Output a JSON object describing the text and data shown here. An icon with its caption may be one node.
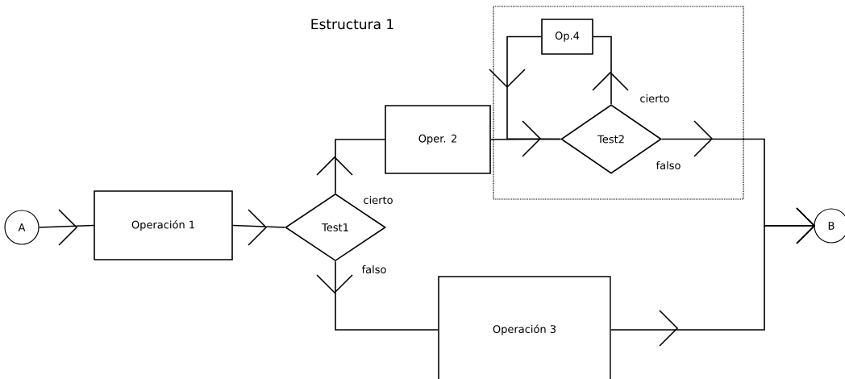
{
  "diagram": {
    "title": "Estructura 1",
    "nodes": [
      {
        "text": [
          "A"
        ]
      },
      {
        "text": [
          "Operación 1"
        ]
      },
      {
        "text": [
          "Test1"
        ]
      },
      {
        "text": [
          "Oper. 2"
        ]
      },
      {
        "text": [],
        "shape": "box"
      },
      {
        "text": [
          "Op.4"
        ],
        "in": 4
      },
      {
        "text": [
          "Test2"
        ],
        "in": 4
      },
      {
        "text": [
          "Operación 3"
        ]
      },
      {
        "text": [
          "B"
        ]
      }
    ],
    "edges": [
      {
        "from": 0,
        "to": 1,
        "arrow": "to"
      },
      {
        "from": 1,
        "to": 2,
        "arrow": "to"
      },
      {
        "from": 2,
        "to": 3,
        "arrow": "to",
        "label": "cierto"
      },
      {
        "from": 2,
        "to": 7,
        "arrow": "to",
        "label": "falso"
      },
      {
        "from": 3,
        "to": 6,
        "arrow": "to"
      },
      {
        "from": 6,
        "to": 5,
        "arrow": "to",
        "label": "cierto"
      },
      {
        "from": 5,
        "to": 6,
        "arrow": "to"
      },
      {
        "from": 6,
        "to": 8,
        "arrow": "to",
        "label": "falso"
      },
      {
        "from": 7,
        "to": 8,
        "arrow": "to"
      }
    ]
  }
}
